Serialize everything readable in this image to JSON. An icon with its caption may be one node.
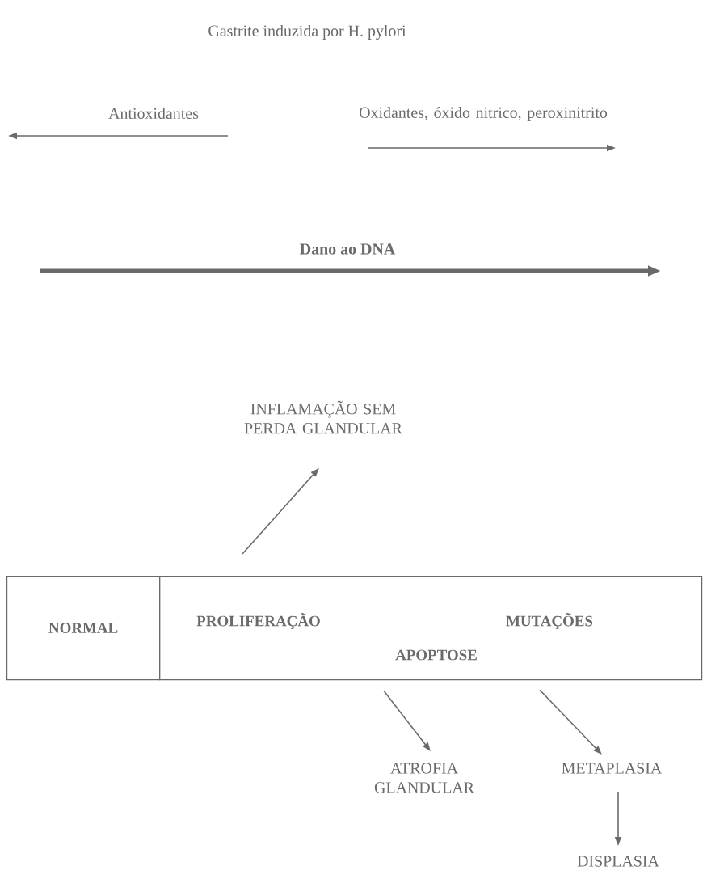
{
  "diagram": {
    "title": "Gastrite induzida por H. pylori",
    "nodes": [
      {
        "text": [
          "NORMAL"
        ]
      },
      {
        "text": [
          "PROLIFERAÇÃO",
          "MUTAÇÕES",
          "APOPTOSE"
        ]
      },
      {
        "text": [
          "INFLAMAÇÃO SEM PERDA GLANDULAR"
        ]
      },
      {
        "text": [
          "ATROFIA GLANDULAR"
        ]
      },
      {
        "text": [
          "METAPLASIA"
        ]
      },
      {
        "text": [
          "DISPLASIA"
        ]
      }
    ],
    "edges": [
      {
        "from": 1,
        "to": 2,
        "arrow": "to"
      },
      {
        "from": 1,
        "to": 3,
        "arrow": "to"
      },
      {
        "from": 1,
        "to": 4,
        "arrow": "to"
      },
      {
        "from": 4,
        "to": 5,
        "arrow": "to"
      }
    ],
    "labels": [
      "Antioxidantes",
      "Oxidantes, óxido nitrico, peroxinitrito",
      "Dano ao DNA"
    ]
  }
}
